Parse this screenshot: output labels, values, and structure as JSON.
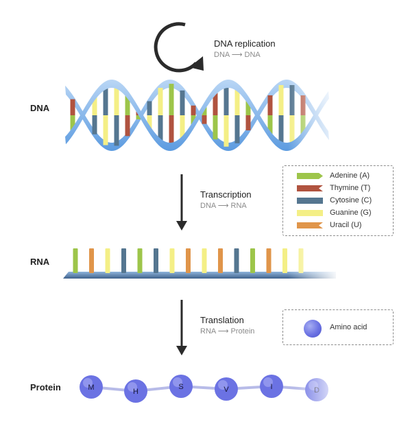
{
  "replication": {
    "title": "DNA replication",
    "from": "DNA",
    "to": "DNA"
  },
  "rows": {
    "dna": "DNA",
    "rna": "RNA",
    "protein": "Protein"
  },
  "transcription": {
    "title": "Transcription",
    "from": "DNA",
    "to": "RNA"
  },
  "translation": {
    "title": "Translation",
    "from": "RNA",
    "to": "Protein"
  },
  "legend": {
    "items": [
      {
        "label": "Adenine (A)",
        "color": "#9dc54a"
      },
      {
        "label": "Thymine (T)",
        "color": "#b0533f"
      },
      {
        "label": "Cytosine (C)",
        "color": "#557690"
      },
      {
        "label": "Guanine (G)",
        "color": "#f4ef86"
      },
      {
        "label": "Uracil (U)",
        "color": "#e0954a"
      }
    ]
  },
  "amino_legend": {
    "label": "Amino acid",
    "color": "#6b72e3"
  },
  "rna_bases": [
    "A",
    "U",
    "G",
    "C",
    "A",
    "C",
    "G",
    "U",
    "G",
    "U",
    "C",
    "A",
    "U",
    "G",
    "G"
  ],
  "protein": [
    "M",
    "H",
    "S",
    "V",
    "I",
    "D"
  ],
  "colors": {
    "strand": "#8ab8ec",
    "strand_dark": "#4f8fd6",
    "arrow": "#2b2b2b",
    "chain": "#b7bbe8"
  }
}
